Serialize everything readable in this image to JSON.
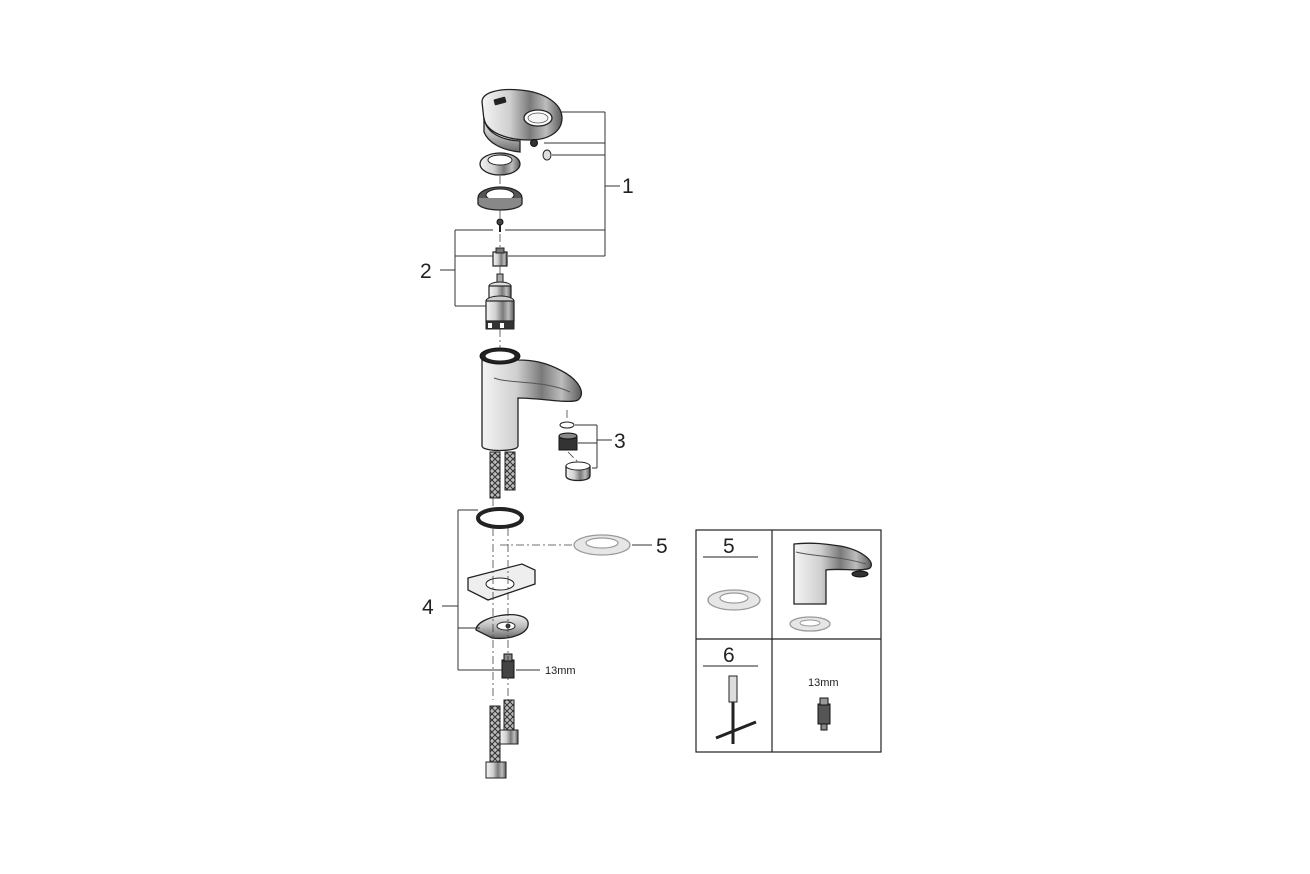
{
  "callouts": {
    "c1": "1",
    "c2": "2",
    "c3": "3",
    "c4": "4",
    "c5": "5"
  },
  "wrench_size_label": "13mm",
  "inset": {
    "cell_5_label": "5",
    "cell_6_label": "6",
    "cell_wrench_label": "13mm"
  },
  "colors": {
    "line": "#333333",
    "part_dark": "#3a3a3a",
    "part_mid": "#8a8a8a",
    "part_light": "#d9d9d9",
    "ghost": "#e6e6e6"
  }
}
